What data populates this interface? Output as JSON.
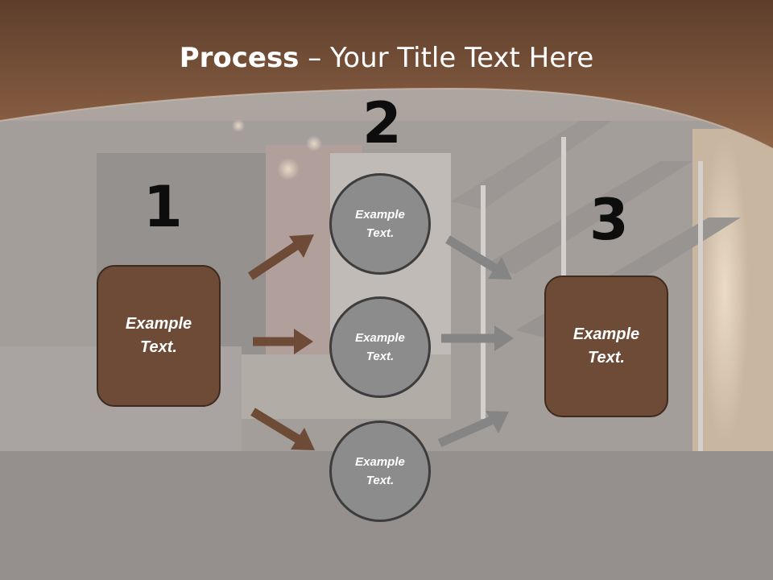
{
  "title": {
    "bold": "Process",
    "rest": " – Your Title Text Here"
  },
  "steps": {
    "one": "1",
    "two": "2",
    "three": "3"
  },
  "boxes": {
    "left": "Example\nText.",
    "right": "Example\nText."
  },
  "circles": {
    "top": "Example\nText.",
    "middle": "Example\nText.",
    "bottom": "Example\nText."
  },
  "colors": {
    "header_brown": "#7a5238",
    "box_brown": "#6e4b37",
    "circle_gray": "#8c8c8c",
    "brown_arrow": "#6e4b37",
    "gray_arrow": "#858585"
  }
}
